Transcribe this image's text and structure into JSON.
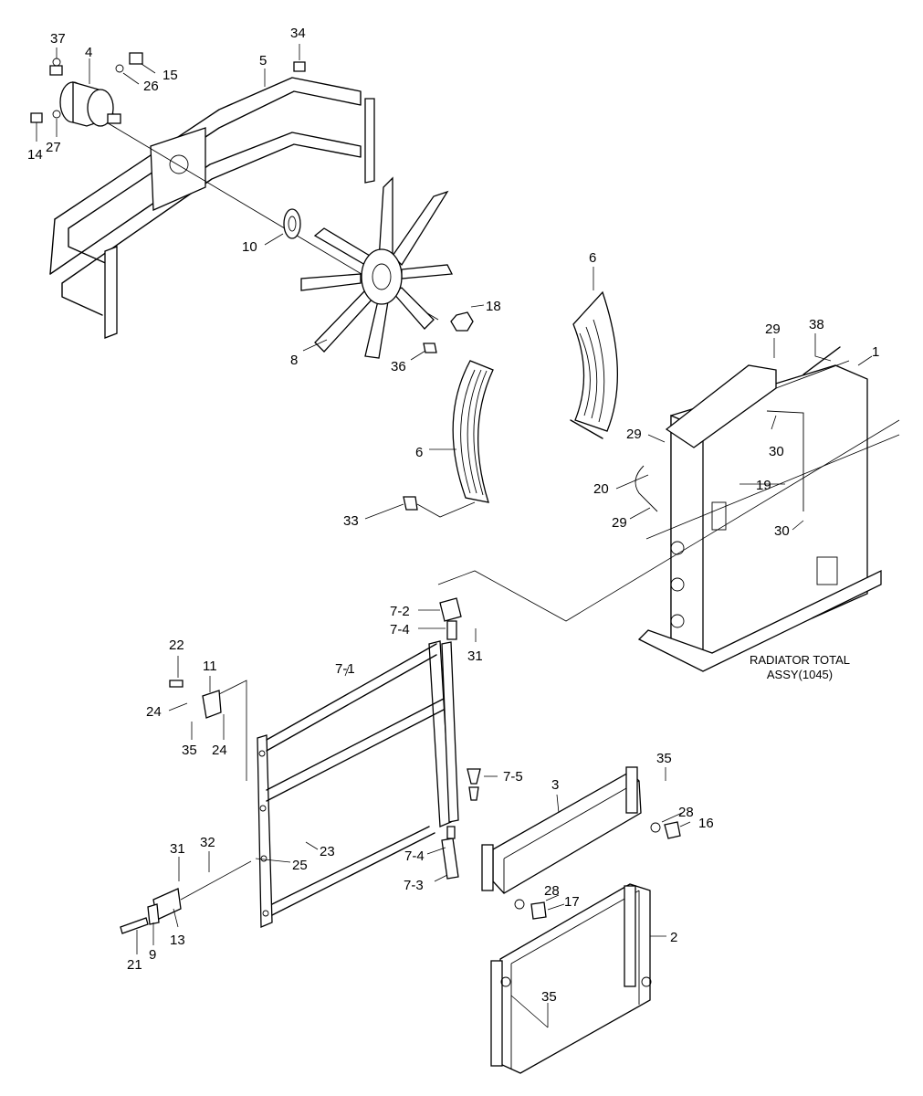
{
  "callouts": {
    "c37": "37",
    "c4": "4",
    "c15": "15",
    "c26": "26",
    "c14": "14",
    "c27": "27",
    "c34": "34",
    "c5": "5",
    "c10": "10",
    "c18": "18",
    "c8": "8",
    "c36": "36",
    "c6a": "6",
    "c6b": "6",
    "c33": "33",
    "c38": "38",
    "c29a": "29",
    "c1": "1",
    "c29b": "29",
    "c30a": "30",
    "c20": "20",
    "c19": "19",
    "c29c": "29",
    "c30b": "30",
    "c72": "7-2",
    "c74a": "7-4",
    "c31a": "31",
    "c71": "7-1",
    "c22": "22",
    "c11": "11",
    "c24a": "24",
    "c35a": "35",
    "c24b": "24",
    "c75": "7-5",
    "c3": "3",
    "c35b": "35",
    "c28a": "28",
    "c16": "16",
    "c23": "23",
    "c25": "25",
    "c74b": "7-4",
    "c73": "7-3",
    "c28b": "28",
    "c17": "17",
    "c31b": "31",
    "c32": "32",
    "c13": "13",
    "c21": "21",
    "c9": "9",
    "c2": "2",
    "c35c": "35"
  },
  "caption": {
    "line1": "RADIATOR TOTAL",
    "line2": "ASSY(1045)"
  }
}
